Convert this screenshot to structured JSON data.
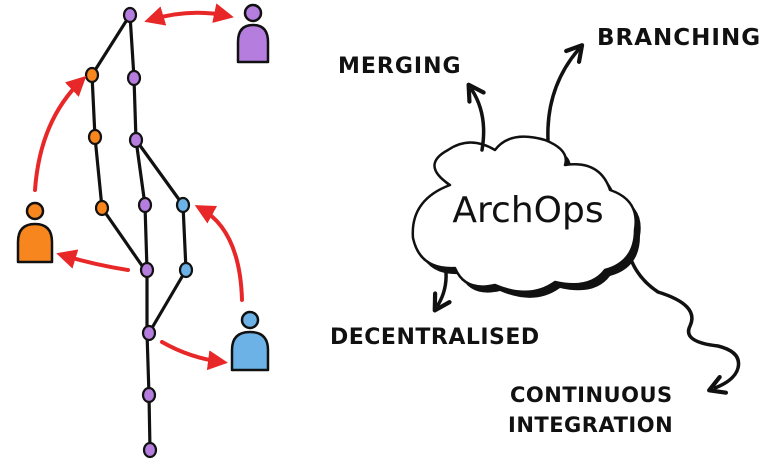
{
  "labels": {
    "merging": "MERGING",
    "branching": "BRANCHING",
    "cloud": "ArchOps",
    "decentralised": "DECENTRALISED",
    "ci_line1": "CONTINUOUS",
    "ci_line2": "INTEGRATION"
  },
  "colors": {
    "purple": "#b57ede",
    "orange": "#f7861e",
    "blue": "#6cb2e6",
    "arrow_red": "#e82828",
    "ink": "#111111"
  },
  "icons": [
    "person-icon-purple",
    "person-icon-orange",
    "person-icon-blue"
  ]
}
